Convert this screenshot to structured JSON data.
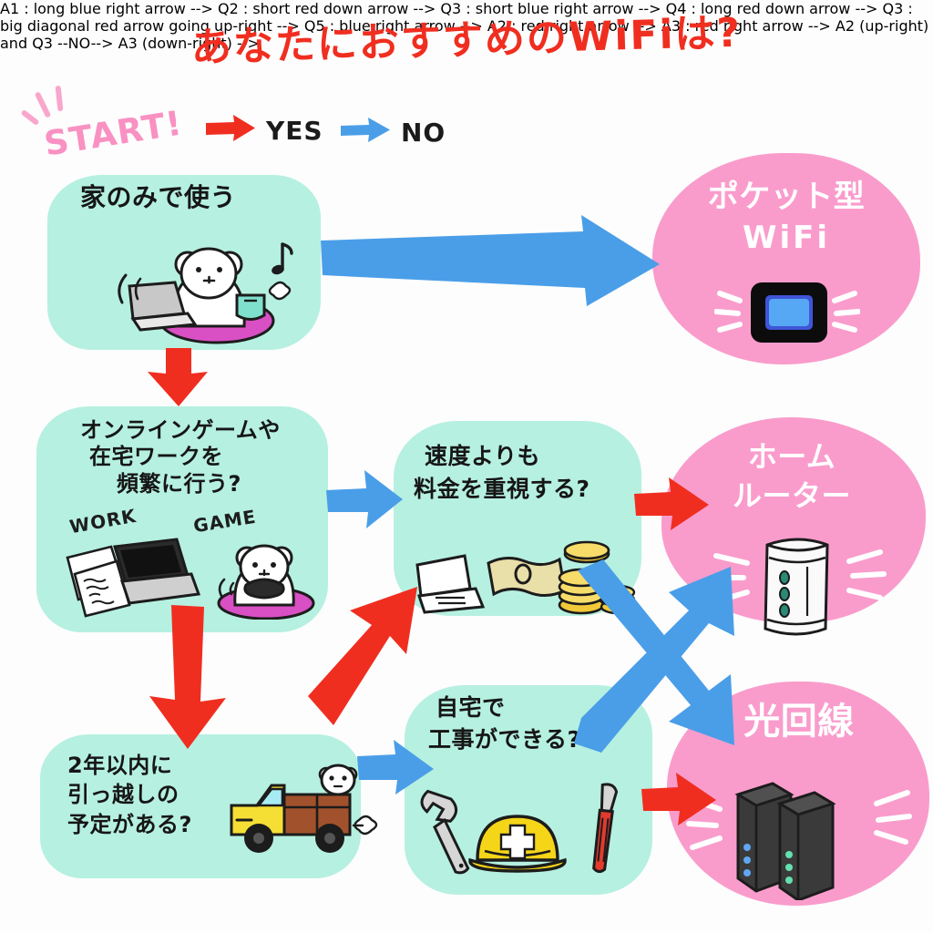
{
  "title": "あなたにおすすめのWiFiは?",
  "legend": {
    "start_label": "START!",
    "yes_label": "YES",
    "yes_color": "#f02e20",
    "no_label": "NO",
    "no_color": "#4a9ee8"
  },
  "colors": {
    "question_blob": "#b6f0e0",
    "answer_blob": "#f99ccc",
    "title_red": "#f02e20",
    "pink_text": "#f991c2",
    "white": "#ffffff"
  },
  "questions": [
    {
      "id": "q-home-only",
      "lines": [
        "家のみで使う"
      ],
      "illustration": "bear-with-laptop"
    },
    {
      "id": "q-online-game-work",
      "lines": [
        "オンラインゲームや",
        "在宅ワークを",
        "頻繁に行う?"
      ],
      "illustration": "laptop-documents-and-gaming-bear",
      "tags": [
        "WORK",
        "GAME"
      ]
    },
    {
      "id": "q-price-over-speed",
      "lines": [
        "速度よりも",
        "料金を重視する?"
      ],
      "illustration": "laptop-money-coins"
    },
    {
      "id": "q-moving-within-2-years",
      "lines": [
        "2年以内に",
        "引っ越しの",
        "予定がある?"
      ],
      "illustration": "yellow-moving-truck-with-bear"
    },
    {
      "id": "q-construction-at-home",
      "lines": [
        "自宅で",
        "工事ができる?"
      ],
      "illustration": "wrench-helmet-screwdriver"
    }
  ],
  "answers": [
    {
      "id": "a-pocket-wifi",
      "lines": [
        "ポケット型",
        "WiFi"
      ],
      "illustration": "pocket-wifi-device"
    },
    {
      "id": "a-home-router",
      "lines": [
        "ホーム",
        "ルーター"
      ],
      "illustration": "home-router-device"
    },
    {
      "id": "a-fiber-line",
      "lines": [
        "光回線"
      ],
      "illustration": "fiber-modem-devices"
    }
  ],
  "edges": [
    {
      "id": "edge-home-only-no",
      "from": "q-home-only",
      "to": "a-pocket-wifi",
      "answer": "NO",
      "color": "#4a9ee8"
    },
    {
      "id": "edge-home-only-yes",
      "from": "q-home-only",
      "to": "q-online-game-work",
      "answer": "YES",
      "color": "#f02e20"
    },
    {
      "id": "edge-game-work-yes",
      "from": "q-online-game-work",
      "to": "q-price-over-speed",
      "answer": "NO",
      "color": "#4a9ee8"
    },
    {
      "id": "edge-game-work-no",
      "from": "q-online-game-work",
      "to": "q-moving-within-2-years",
      "answer": "YES",
      "color": "#f02e20"
    },
    {
      "id": "edge-price-yes",
      "from": "q-price-over-speed",
      "to": "a-home-router",
      "answer": "YES",
      "color": "#f02e20"
    },
    {
      "id": "edge-price-no",
      "from": "q-price-over-speed",
      "to": "a-fiber-line",
      "answer": "NO",
      "color": "#4a9ee8"
    },
    {
      "id": "edge-moving-yes",
      "from": "q-moving-within-2-years",
      "to": "q-price-over-speed",
      "answer": "YES",
      "color": "#f02e20"
    },
    {
      "id": "edge-moving-no",
      "from": "q-moving-within-2-years",
      "to": "q-construction-at-home",
      "answer": "NO",
      "color": "#4a9ee8"
    },
    {
      "id": "edge-construction-yes",
      "from": "q-construction-at-home",
      "to": "a-fiber-line",
      "answer": "YES",
      "color": "#f02e20"
    },
    {
      "id": "edge-construction-no",
      "from": "q-construction-at-home",
      "to": "a-home-router",
      "answer": "NO",
      "color": "#4a9ee8"
    }
  ]
}
